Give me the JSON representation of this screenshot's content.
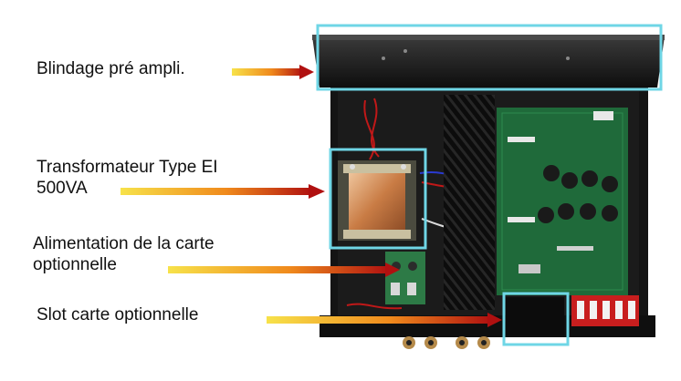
{
  "annotations": [
    {
      "id": "preamp-shield",
      "text": "Blindage pré ampli."
    },
    {
      "id": "ei-transformer",
      "text": "Transformateur Type EI\n500VA"
    },
    {
      "id": "optional-card-supply",
      "text": "Alimentation de la carte\noptionnelle"
    },
    {
      "id": "optional-card-slot",
      "text": "Slot carte optionnelle"
    }
  ],
  "colors": {
    "highlight": "#6fd6e6",
    "arrow_start": "#f7e24a",
    "arrow_mid": "#f08a1c",
    "arrow_end": "#b01010",
    "chassis": "#141414",
    "pcb": "#1f6a3a"
  },
  "icons": [
    "arrow-right-icon"
  ]
}
